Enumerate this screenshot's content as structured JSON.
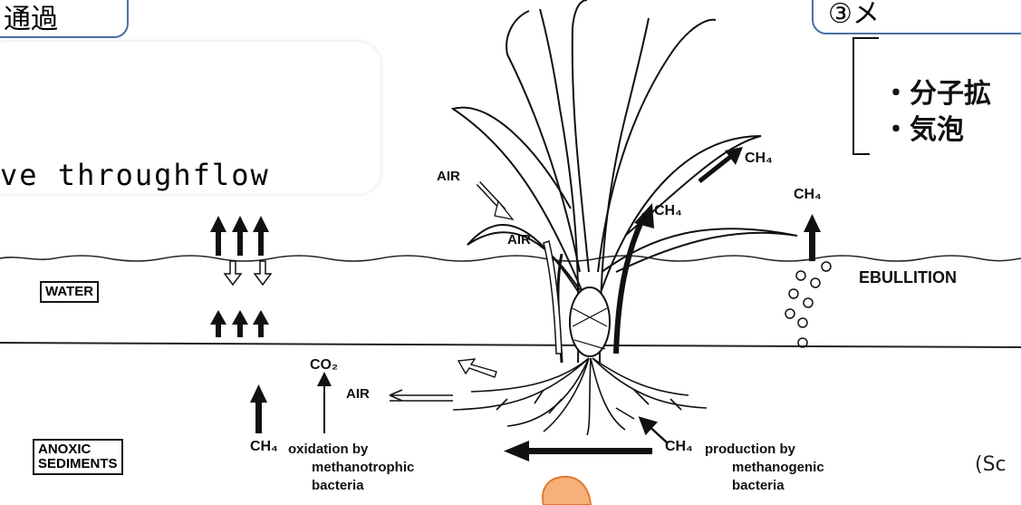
{
  "top_left_panel": {
    "title": "通過"
  },
  "top_right_panel": {
    "title": "③メ"
  },
  "bracket_items": [
    "・分子拡",
    "・気泡"
  ],
  "callout": {
    "text": "ve throughflow"
  },
  "diagram": {
    "water_label": "WATER",
    "sediment_label": [
      "ANOXIC",
      "SEDIMENTS"
    ],
    "air_labels": [
      "AIR",
      "AIR",
      "AIR"
    ],
    "ch4_plant_upper": "CH₄",
    "ch4_plant_mid": "CH₄",
    "ch4_ebullition": "CH₄",
    "ebullition": "EBULLITION",
    "co2": "CO₂",
    "ch4_oxidation": "CH₄",
    "oxidation_text": [
      "oxidation by",
      "methanotrophic",
      "bacteria"
    ],
    "ch4_production": "CH₄",
    "production_text": [
      "production by",
      "methanogenic",
      "bacteria"
    ]
  },
  "citation": "(Sc"
}
